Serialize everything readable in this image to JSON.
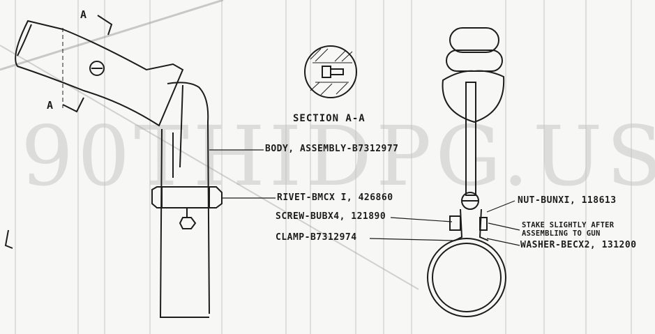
{
  "watermark": "90THIDPG.US",
  "section_labels": {
    "a_top": "A",
    "a_bottom": "A",
    "section_title": "SECTION A-A"
  },
  "callouts": {
    "body": "BODY, ASSEMBLY-B7312977",
    "rivet": "RIVET-BMCX I, 426860",
    "screw": "SCREW-BUBX4, 121890",
    "clamp": "CLAMP-B7312974",
    "nut": "NUT-BUNXI, 118613",
    "stake_line1": "STAKE SLIGHTLY AFTER",
    "stake_line2": "ASSEMBLING TO GUN",
    "washer": "WASHER-BECX2, 131200"
  },
  "colors": {
    "paper": "#f7f7f5",
    "ink": "#1c1c1c",
    "grain": "#bdbdbd"
  }
}
